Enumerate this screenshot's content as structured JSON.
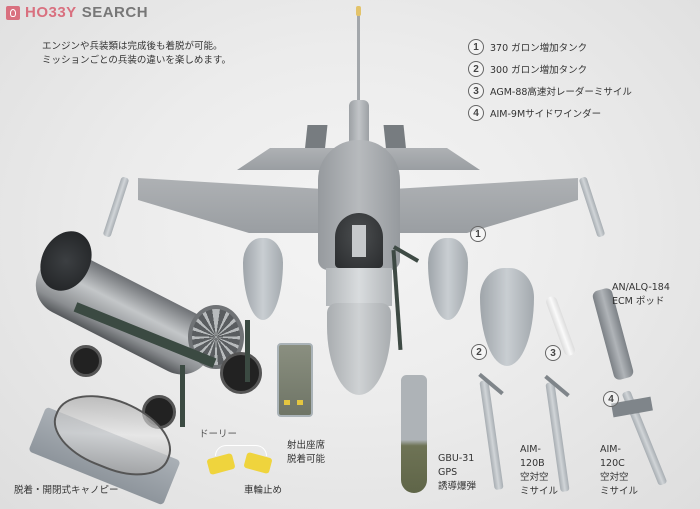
{
  "header": {
    "logo_hobby": "HO33Y",
    "logo_search": "SEARCH",
    "logo_icon": "flame-icon",
    "brand_color": "#d9707f"
  },
  "intro": {
    "line1": "エンジンや兵装類は完成後も着脱が可能。",
    "line2": "ミッションごとの兵装の違いを楽しめます。"
  },
  "legend": {
    "items": [
      {
        "num": "1",
        "label": "370 ガロン増加タンク"
      },
      {
        "num": "2",
        "label": "300 ガロン増加タンク"
      },
      {
        "num": "3",
        "label": "AGM-88高速対レーダーミサイル"
      },
      {
        "num": "4",
        "label": "AIM-9Mサイドワインダー"
      }
    ]
  },
  "markers": {
    "m1": "1",
    "m2": "2",
    "m3": "3",
    "m4": "4"
  },
  "labels": {
    "ecm_line1": "AN/ALQ-184",
    "ecm_line2": "ECM ポッド",
    "dolly": "ドーリー",
    "seat_line1": "射出座席",
    "seat_line2": "脱着可能",
    "canopy": "脱着・開閉式キャノピー",
    "chocks": "車輪止め",
    "gbu_line1": "GBU-31",
    "gbu_line2": "GPS",
    "gbu_line3": "誘導爆弾",
    "aim120b_line1": "AIM-",
    "aim120b_line2": "120B",
    "aim120b_line3": "空対空",
    "aim120b_line4": "ミサイル",
    "aim120c_line1": "AIM-",
    "aim120c_line2": "120C",
    "aim120c_line3": "空対空",
    "aim120c_line4": "ミサイル"
  }
}
